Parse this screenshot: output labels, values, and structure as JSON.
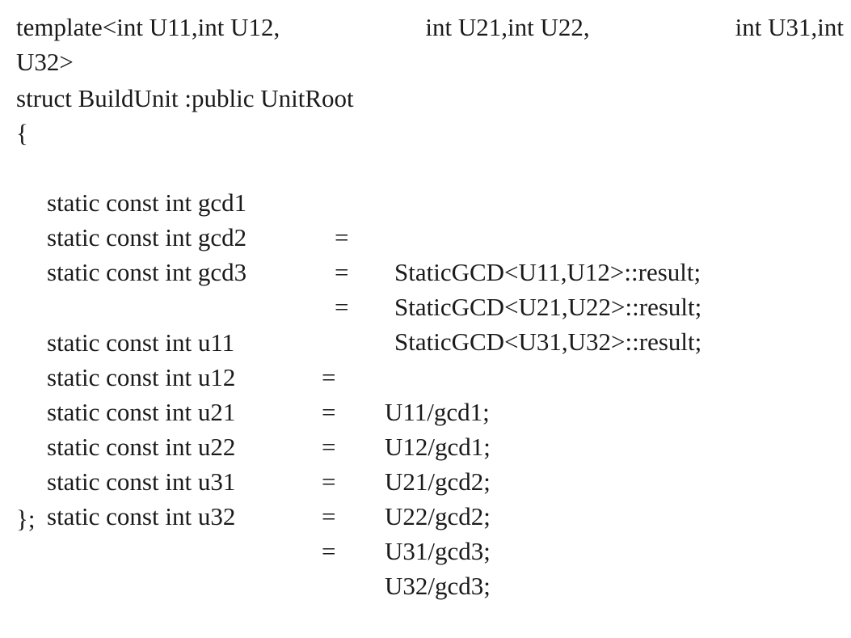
{
  "code": {
    "header": [
      "template<int U11,int U12,",
      "int U21,int U22,",
      "int U31,int"
    ],
    "header_cont": "U32>",
    "struct_line": "struct BuildUnit :public UnitRoot",
    "open_brace": "{",
    "gcd_statements": [
      {
        "decl": "static const int gcd1",
        "eq": "=",
        "val": "StaticGCD<U11,U12>::result;"
      },
      {
        "decl": "static const int gcd2",
        "eq": "=",
        "val": "StaticGCD<U21,U22>::result;"
      },
      {
        "decl": "static const int gcd3",
        "eq": "=",
        "val": "StaticGCD<U31,U32>::result;"
      }
    ],
    "unit_statements": [
      {
        "decl": "static const int u11",
        "eq": "=",
        "val": "U11/gcd1;"
      },
      {
        "decl": "static const int u12",
        "eq": "=",
        "val": "U12/gcd1;"
      },
      {
        "decl": "static const int u21",
        "eq": "=",
        "val": "U21/gcd2;"
      },
      {
        "decl": "static const int u22",
        "eq": "=",
        "val": "U22/gcd2;"
      },
      {
        "decl": "static const int u31",
        "eq": "=",
        "val": "U31/gcd3;"
      },
      {
        "decl": "static const int u32",
        "eq": "=",
        "val": "U32/gcd3;"
      }
    ],
    "close_brace": "};"
  }
}
